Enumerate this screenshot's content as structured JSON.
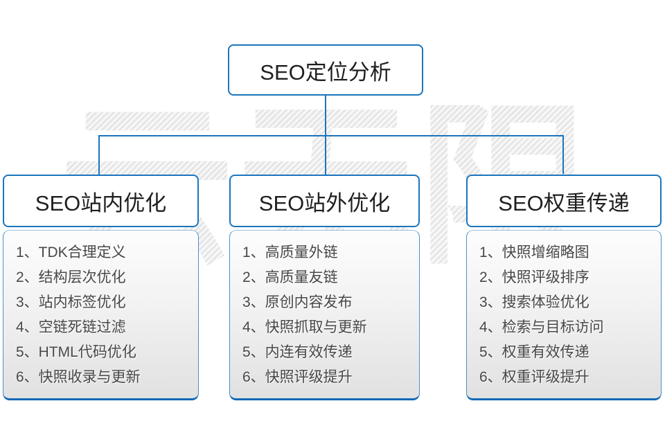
{
  "root": {
    "title": "SEO定位分析"
  },
  "watermark": {
    "text": "云无限"
  },
  "colors": {
    "border_blue": "#1b75bd",
    "connector_blue": "#1b75bd",
    "list_bottom_blue": "#1268b5",
    "list_gradient_top": "#fdfdfd",
    "list_gradient_bottom": "#e1e1e1",
    "text_dark": "#1f1f1f",
    "text_list": "#474747",
    "watermark_gray": "#ececec"
  },
  "columns": [
    {
      "title": "SEO站内优化",
      "items": [
        "1、TDK合理定义",
        "2、结构层次优化",
        "3、站内标签优化",
        "4、空链死链过滤",
        "5、HTML代码优化",
        "6、快照收录与更新"
      ]
    },
    {
      "title": "SEO站外优化",
      "items": [
        "1、高质量外链",
        "2、高质量友链",
        "3、原创内容发布",
        "4、快照抓取与更新",
        "5、内连有效传递",
        "6、快照评级提升"
      ]
    },
    {
      "title": "SEO权重传递",
      "items": [
        "1、快照增缩略图",
        "2、快照评级排序",
        "3、搜索体验优化",
        "4、检索与目标访问",
        "5、权重有效传递",
        "6、权重评级提升"
      ]
    }
  ]
}
